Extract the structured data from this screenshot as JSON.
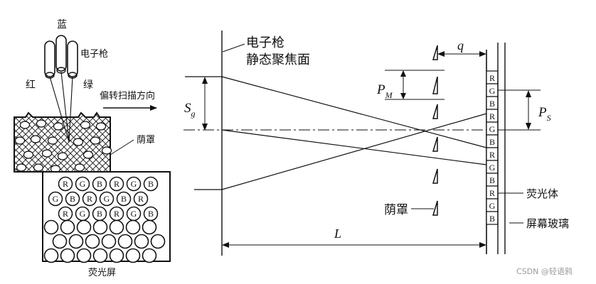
{
  "left_panel": {
    "gun_blue": "蓝",
    "gun_red": "红",
    "gun_green": "绿",
    "gun_label": "电子枪",
    "scan_direction": "偏转扫描方向",
    "mask_label": "荫罩",
    "screen_label": "荧光屏",
    "dot_rows": [
      [
        "R",
        "G",
        "B",
        "R",
        "G",
        "B"
      ],
      [
        "G",
        "B",
        "R",
        "G",
        "B",
        "R"
      ],
      [
        "R",
        "G",
        "B",
        "R",
        "G",
        "B"
      ]
    ]
  },
  "right_panel": {
    "gun_title": "电子枪",
    "focus_plane": "静态聚焦面",
    "q_label": "q",
    "pm_label": "P",
    "pm_sub": "M",
    "sg_label": "S",
    "sg_sub": "g",
    "ps_label": "P",
    "ps_sub": "S",
    "mask_label": "荫罩",
    "L_label": "L",
    "phosphor_label": "荧光体",
    "glass_label": "屏幕玻璃",
    "phosphor_cells": [
      "R",
      "G",
      "B",
      "R",
      "G",
      "B",
      "R",
      "G",
      "B",
      "R",
      "G",
      "B"
    ]
  },
  "watermark": "CSDN @轻语鸦"
}
